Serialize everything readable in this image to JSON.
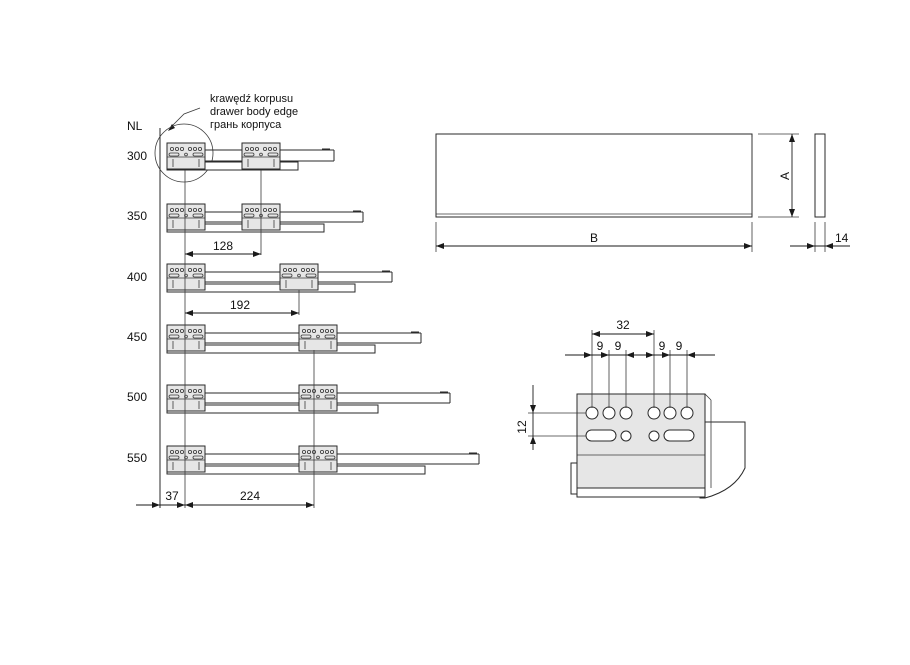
{
  "header": {
    "nl_label": "NL",
    "edge_labels": [
      "krawędź korpusu",
      "drawer body edge",
      "грань корпуса"
    ]
  },
  "runners": [
    {
      "label": "300"
    },
    {
      "label": "350"
    },
    {
      "label": "400"
    },
    {
      "label": "450"
    },
    {
      "label": "500"
    },
    {
      "label": "550"
    }
  ],
  "dimensions": {
    "d128": "128",
    "d192": "192",
    "d37": "37",
    "d224": "224",
    "front_height": "A",
    "front_width": "B",
    "front_thickness": "14",
    "hole_pitch": "32",
    "hole_9a": "9",
    "hole_9b": "9",
    "hole_9c": "9",
    "hole_9d": "9",
    "hole_offset": "12"
  }
}
